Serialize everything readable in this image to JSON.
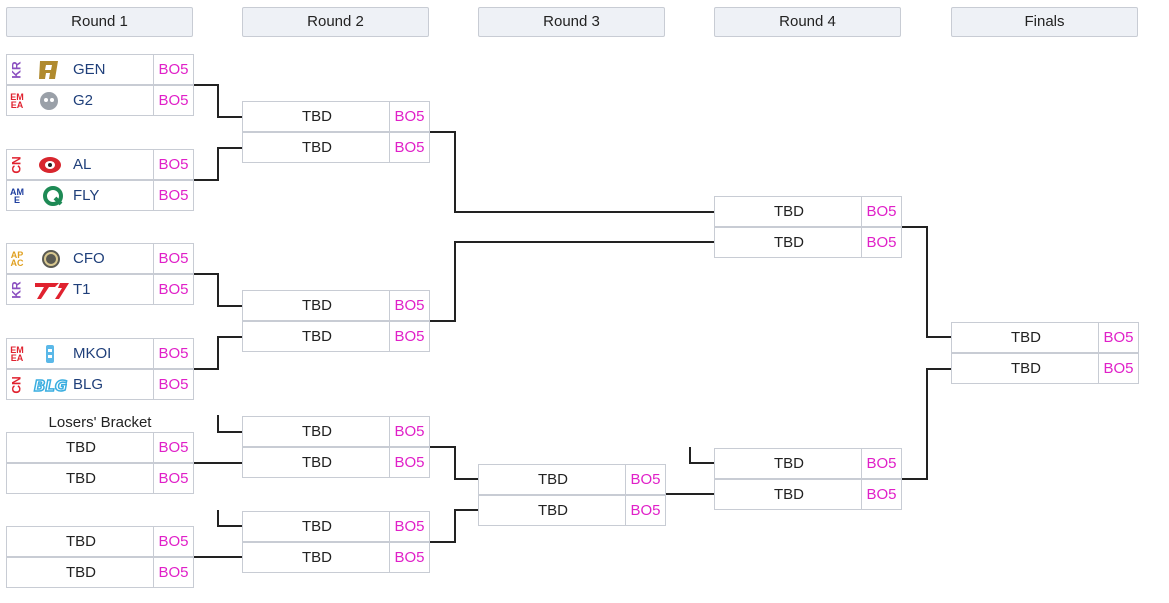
{
  "rounds": [
    "Round 1",
    "Round 2",
    "Round 3",
    "Round 4",
    "Finals"
  ],
  "format": "BO5",
  "tbd": "TBD",
  "losers_label": "Losers' Bracket",
  "teams": [
    {
      "name": "GEN",
      "region": [
        "KR"
      ],
      "region_color": "#8a4fc0",
      "logo": "gen-logo-icon"
    },
    {
      "name": "G2",
      "region": [
        "EM",
        "EA"
      ],
      "region_color": "#e0222f",
      "logo": "g2-logo-icon"
    },
    {
      "name": "AL",
      "region": [
        "CN"
      ],
      "region_color": "#e0222f",
      "logo": "al-logo-icon"
    },
    {
      "name": "FLY",
      "region": [
        "AM",
        "E"
      ],
      "region_color": "#1f3f9f",
      "logo": "fly-logo-icon"
    },
    {
      "name": "CFO",
      "region": [
        "AP",
        "AC"
      ],
      "region_color": "#e0a020",
      "logo": "cfo-logo-icon"
    },
    {
      "name": "T1",
      "region": [
        "KR"
      ],
      "region_color": "#8a4fc0",
      "logo": "t1-logo-icon"
    },
    {
      "name": "MKOI",
      "region": [
        "EM",
        "EA"
      ],
      "region_color": "#e0222f",
      "logo": "mkoi-logo-icon"
    },
    {
      "name": "BLG",
      "region": [
        "CN"
      ],
      "region_color": "#e0222f",
      "logo": "blg-logo-icon"
    }
  ]
}
